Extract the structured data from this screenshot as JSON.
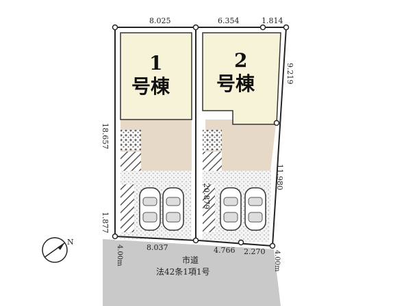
{
  "colors": {
    "building": "#f7f3d8",
    "yard": "#e6d9c8",
    "road": "#c9c9c9",
    "parking": "#f2f2f2",
    "boundary": "#222222"
  },
  "lots": [
    {
      "number": "1",
      "label": "号棟"
    },
    {
      "number": "2",
      "label": "号棟"
    }
  ],
  "dimensions": {
    "top_left": "8.025",
    "top_mid": "6.354",
    "top_right": "1.814",
    "right_upper": "9.219",
    "right_lower": "11.980",
    "left_long": "18.657",
    "left_short": "1.877",
    "center": "20.879",
    "bottom_left": "8.037",
    "bottom_mid": "4.766",
    "bottom_right": "2.270"
  },
  "road": {
    "name": "市道",
    "rule": "法42条1項1号",
    "width_left": "4.00m",
    "width_right": "4.00m"
  },
  "compass": {
    "label": "N"
  }
}
